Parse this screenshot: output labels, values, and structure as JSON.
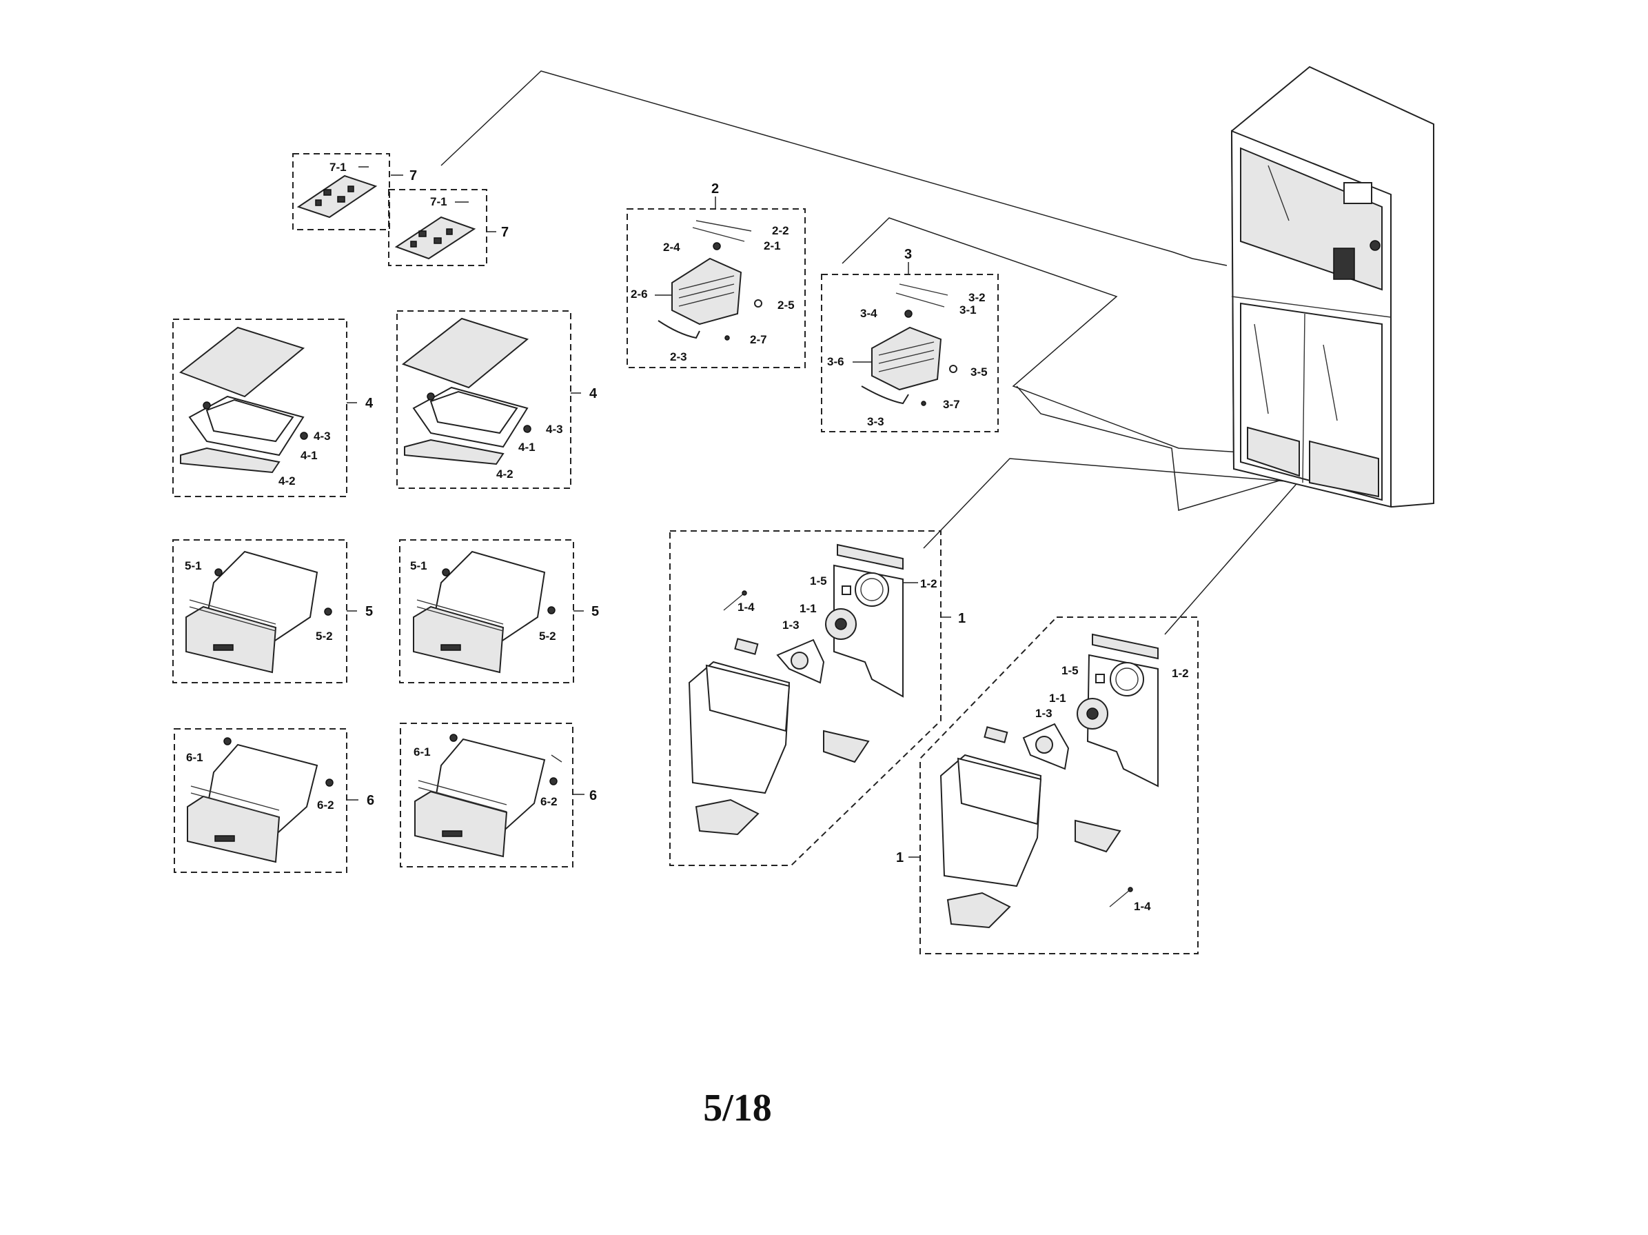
{
  "page_number": "5/18",
  "groups": {
    "g7a": {
      "num": "7",
      "parts": [
        "7-1"
      ]
    },
    "g7b": {
      "num": "7",
      "parts": [
        "7-1"
      ]
    },
    "g2": {
      "num": "2",
      "parts": [
        "2-2",
        "2-1",
        "2-4",
        "2-6",
        "2-5",
        "2-7",
        "2-3"
      ]
    },
    "g3": {
      "num": "3",
      "parts": [
        "3-2",
        "3-1",
        "3-4",
        "3-6",
        "3-5",
        "3-7",
        "3-3"
      ]
    },
    "g4a": {
      "num": "4",
      "parts": [
        "4-3",
        "4-1",
        "4-2"
      ]
    },
    "g4b": {
      "num": "4",
      "parts": [
        "4-3",
        "4-1",
        "4-2"
      ]
    },
    "g5a": {
      "num": "5",
      "parts": [
        "5-1",
        "5-2"
      ]
    },
    "g5b": {
      "num": "5",
      "parts": [
        "5-1",
        "5-2"
      ]
    },
    "g6a": {
      "num": "6",
      "parts": [
        "6-1",
        "6-2"
      ]
    },
    "g6b": {
      "num": "6",
      "parts": [
        "6-1",
        "6-2"
      ]
    },
    "g1a": {
      "num": "1",
      "parts": [
        "1-5",
        "1-2",
        "1-1",
        "1-3",
        "1-4"
      ]
    },
    "g1b": {
      "num": "1",
      "parts": [
        "1-5",
        "1-2",
        "1-1",
        "1-3",
        "1-4"
      ]
    }
  }
}
